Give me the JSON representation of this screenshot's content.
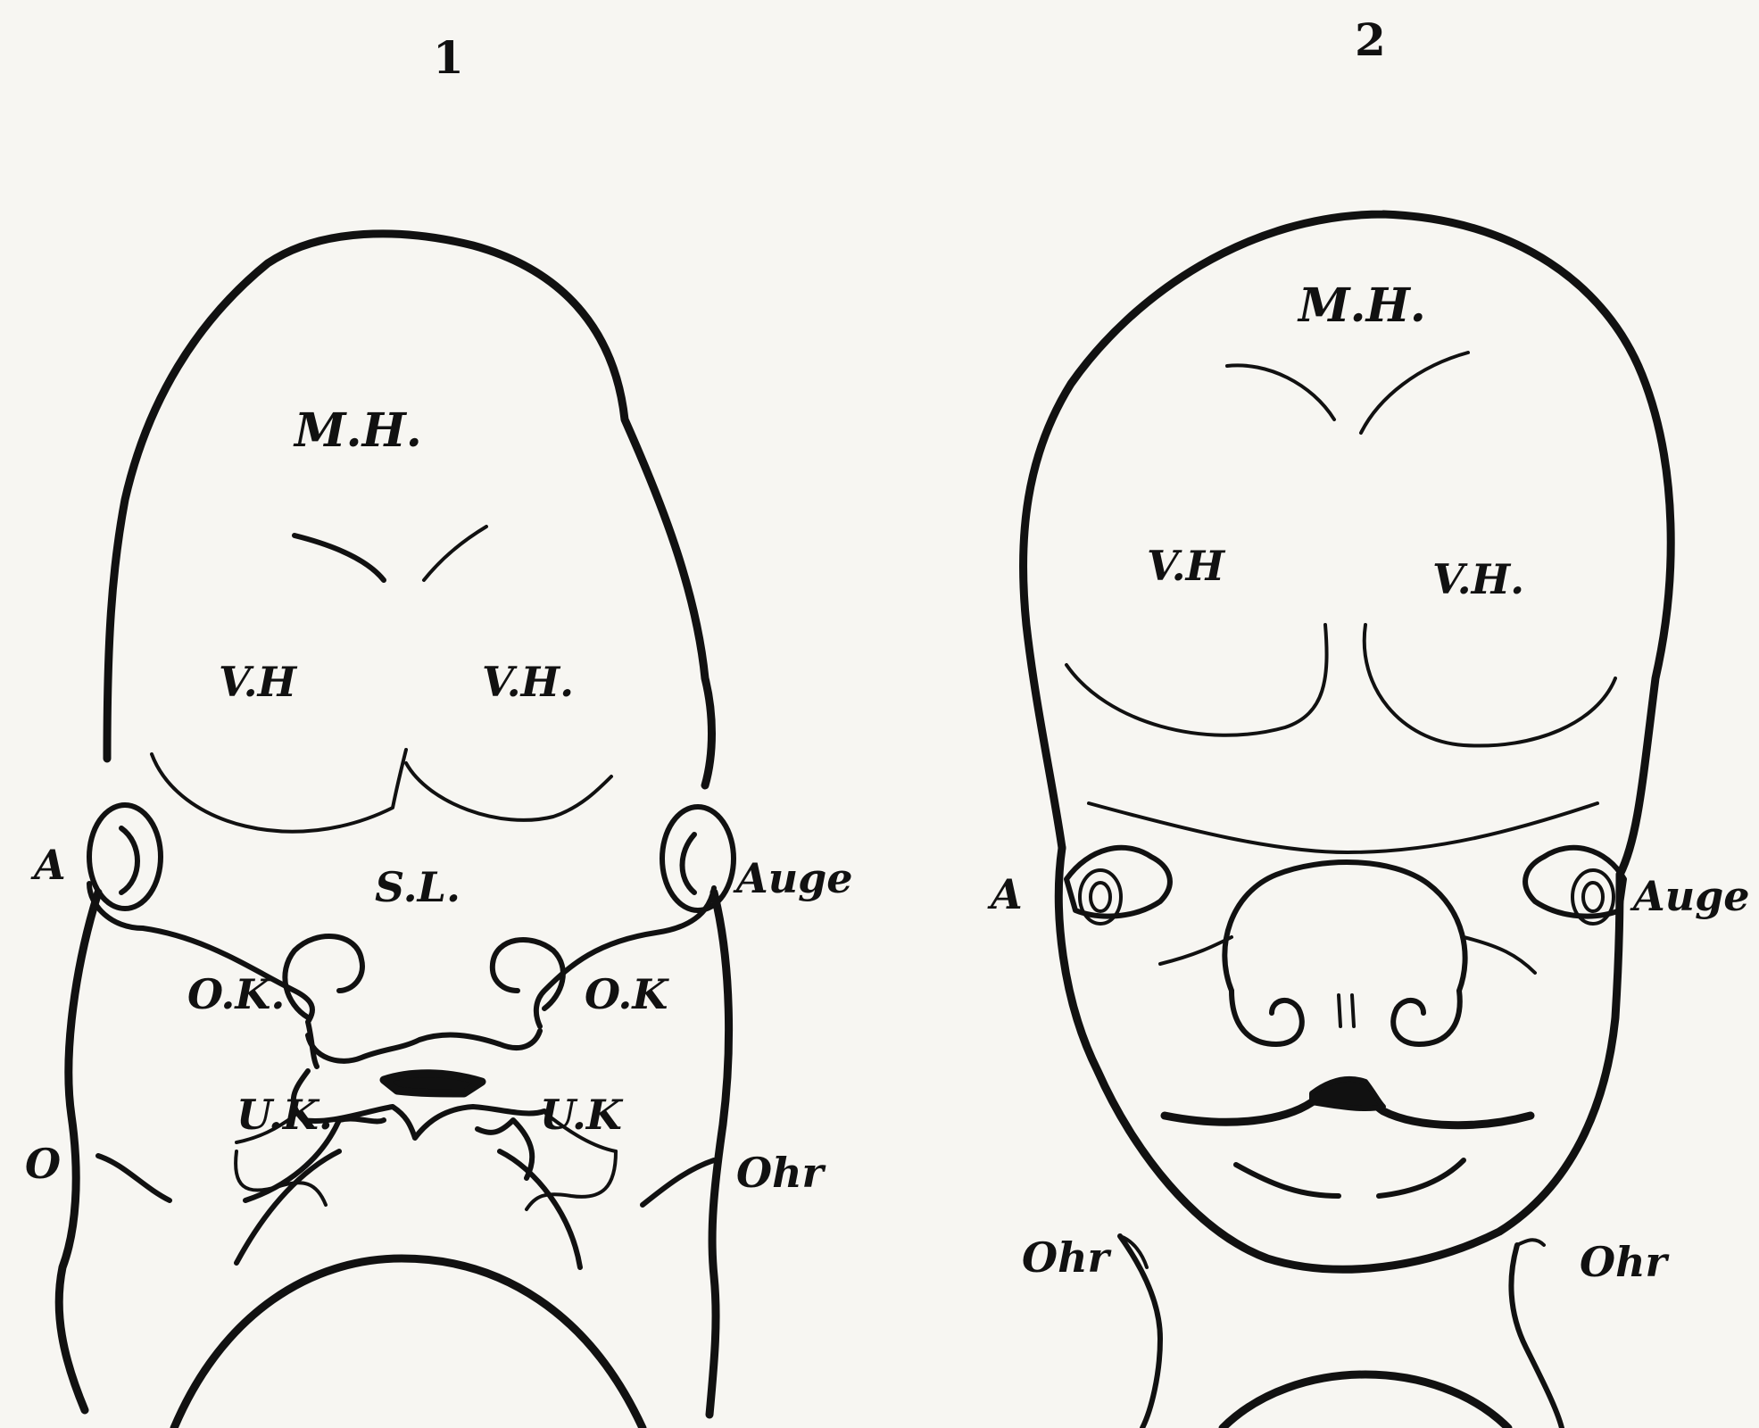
{
  "figures": [
    {
      "number": "1",
      "labels": {
        "mh": "M.H.",
        "vh_left": "V.H",
        "vh_right": "V.H.",
        "sl": "S.L.",
        "ok_left": "O.K.",
        "ok_right": "O.K",
        "uk_left": "U.K.",
        "uk_right": "U.K",
        "eye_left": "A",
        "eye_right": "Auge",
        "ear_left": "O",
        "ear_right": "Ohr"
      }
    },
    {
      "number": "2",
      "labels": {
        "mh": "M.H.",
        "vh_left": "V.H",
        "vh_right": "V.H.",
        "eye_left": "A",
        "eye_right": "Auge",
        "ear_left": "Ohr",
        "ear_right": "Ohr"
      }
    }
  ]
}
